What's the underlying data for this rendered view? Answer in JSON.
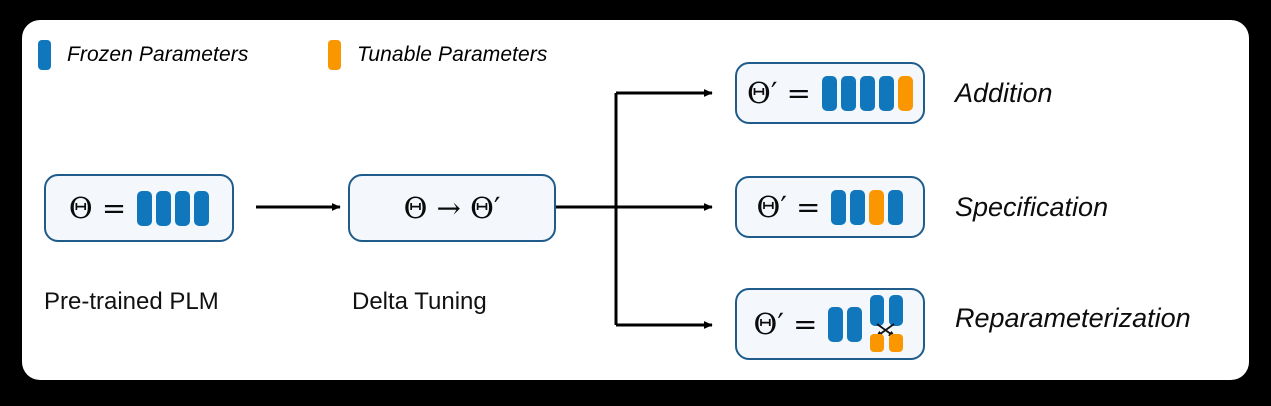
{
  "figure": {
    "title": "Delta Tuning taxonomy diagram",
    "background_color": "#000000",
    "card_color": "#ffffff"
  },
  "colors": {
    "frozen": "#1077bc",
    "tunable": "#fa9700",
    "box_border": "#1f5c8b",
    "box_fill": "#f4f8fd",
    "arrow": "#000000"
  },
  "legend": {
    "items": [
      {
        "label": "Frozen Parameters",
        "color": "#1077bc",
        "swatch": "frozen-swatch"
      },
      {
        "label": "Tunable Parameters",
        "color": "#fa9700",
        "swatch": "tunable-swatch"
      }
    ]
  },
  "pipeline": {
    "source": {
      "equation": "Θ =",
      "caption": "Pre-trained PLM",
      "bars": [
        "blue",
        "blue",
        "blue",
        "blue"
      ]
    },
    "transform": {
      "equation": "Θ → Θ′",
      "caption": "Delta Tuning"
    }
  },
  "branches": [
    {
      "id": "addition",
      "equation": "Θ′ =",
      "label": "Addition",
      "bars": [
        "blue",
        "blue",
        "blue",
        "blue",
        "orange"
      ]
    },
    {
      "id": "specification",
      "equation": "Θ′ =",
      "label": "Specification",
      "bars": [
        "blue",
        "blue",
        "orange",
        "blue"
      ]
    },
    {
      "id": "reparameterization",
      "equation": "Θ′ =",
      "label": "Reparameterization",
      "base_bars": [
        "blue",
        "blue"
      ],
      "raised_bars": [
        "blue",
        "blue"
      ],
      "low_blocks": [
        "orange",
        "orange"
      ],
      "connector": "crossing-arrows"
    }
  ]
}
